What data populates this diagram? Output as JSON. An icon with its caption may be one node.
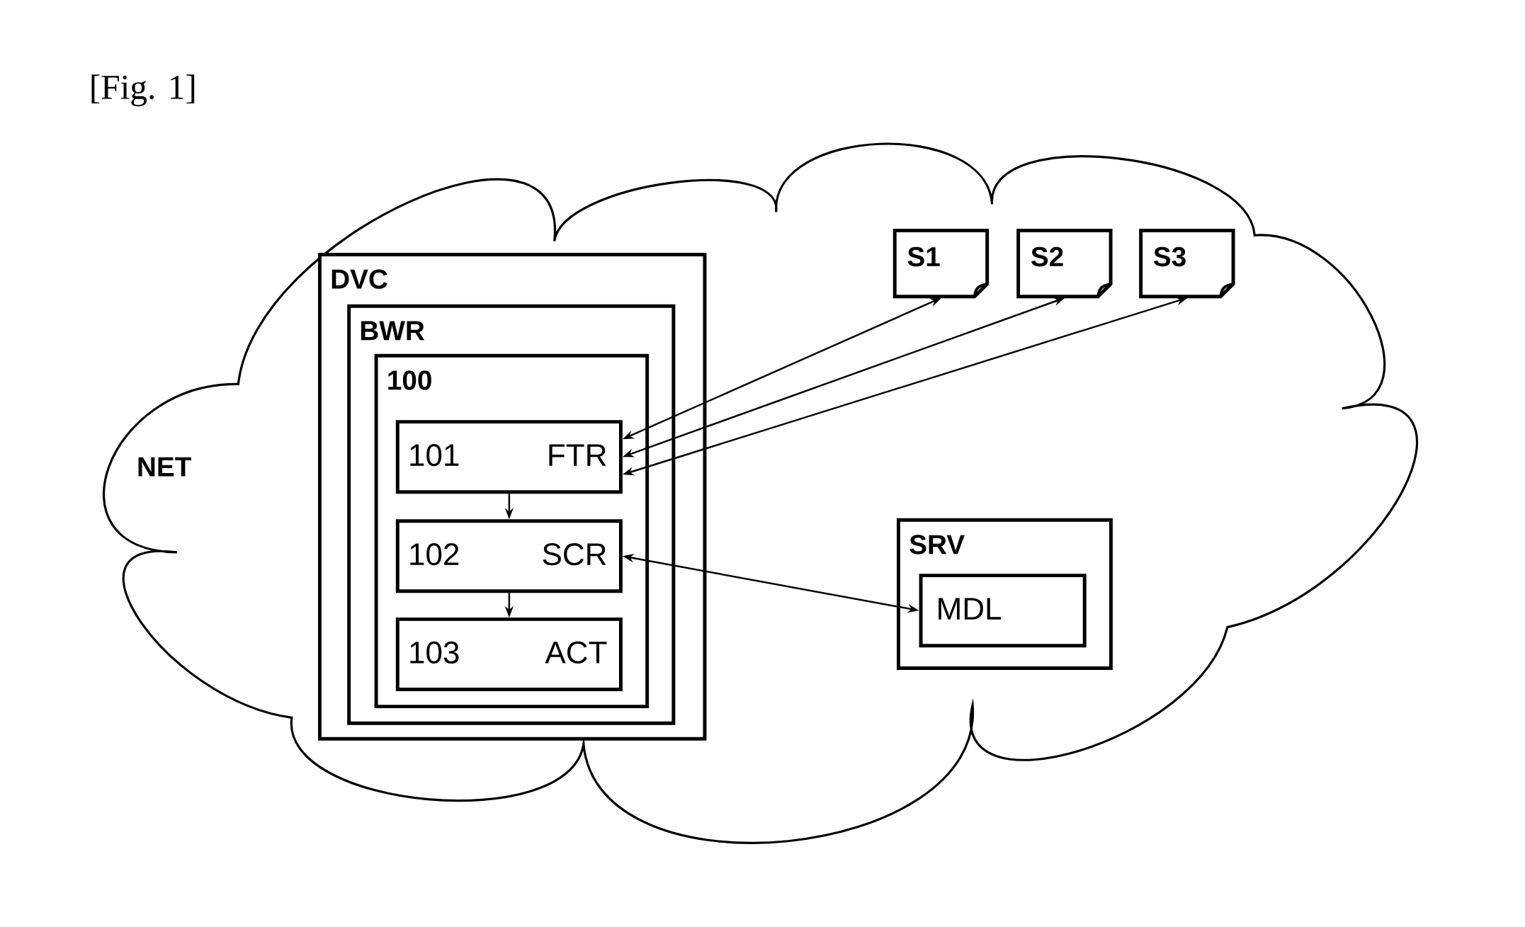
{
  "diagram": {
    "title": "[Fig. 1]",
    "nodes": [
      {
        "text": [
          "NET"
        ]
      },
      {
        "text": [
          "DVC"
        ],
        "in": 0
      },
      {
        "text": [
          "BWR"
        ],
        "in": 1
      },
      {
        "text": [
          "100"
        ],
        "in": 2
      },
      {
        "text": [
          "101",
          "FTR"
        ],
        "in": 3
      },
      {
        "text": [
          "102",
          "SCR"
        ],
        "in": 3
      },
      {
        "text": [
          "103",
          "ACT"
        ],
        "in": 3
      },
      {
        "text": [
          "S1"
        ],
        "in": 0
      },
      {
        "text": [
          "S2"
        ],
        "in": 0
      },
      {
        "text": [
          "S3"
        ],
        "in": 0
      },
      {
        "text": [
          "SRV"
        ],
        "in": 0
      },
      {
        "text": [
          "MDL"
        ],
        "in": 10
      }
    ],
    "edges": [
      {
        "from": 4,
        "to": 5,
        "arrow": "to"
      },
      {
        "from": 5,
        "to": 6,
        "arrow": "to"
      },
      {
        "from": 4,
        "to": 7,
        "arrow": "both"
      },
      {
        "from": 4,
        "to": 8,
        "arrow": "both"
      },
      {
        "from": 4,
        "to": 9,
        "arrow": "both"
      },
      {
        "from": 5,
        "to": 11,
        "arrow": "both"
      }
    ]
  }
}
